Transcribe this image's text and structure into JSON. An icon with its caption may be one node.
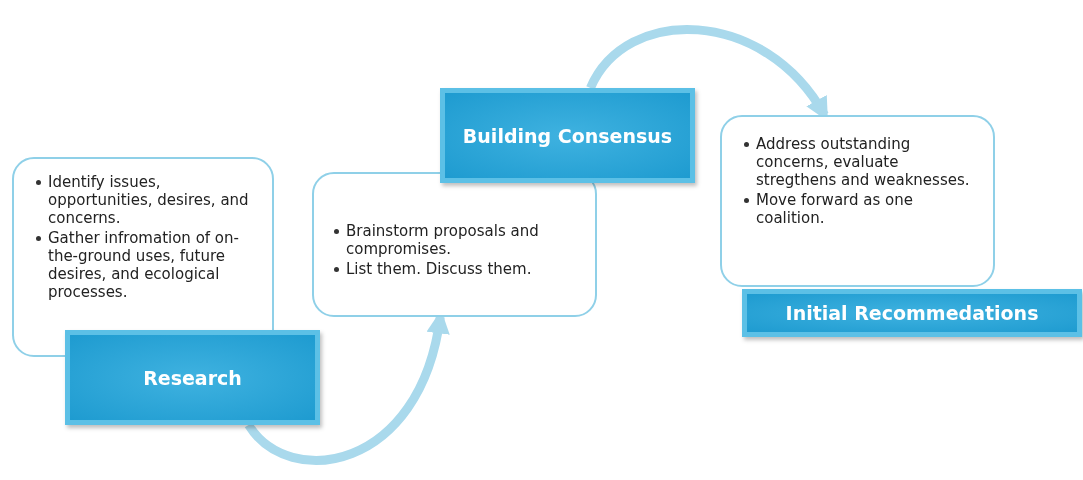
{
  "diagram": {
    "nodes": [
      {
        "text": [
          "Identify issues, opportunities, desires, and concerns.",
          "Gather infromation of on-the-ground uses, future desires, and ecological processes."
        ]
      },
      {
        "text": [
          "Research"
        ]
      },
      {
        "text": [
          "Brainstorm proposals and compromises.",
          "List them. Discuss them."
        ]
      },
      {
        "text": [
          "Building Consensus"
        ]
      },
      {
        "text": [
          "Address outstanding concerns, evaluate stregthens and weaknesses.",
          "Move forward as one coalition."
        ]
      },
      {
        "text": [
          "Initial Recommedations"
        ]
      }
    ],
    "edges": [
      {
        "from": 1,
        "to": 2,
        "arrow": "to"
      },
      {
        "from": 3,
        "to": 4,
        "arrow": "to"
      }
    ]
  }
}
